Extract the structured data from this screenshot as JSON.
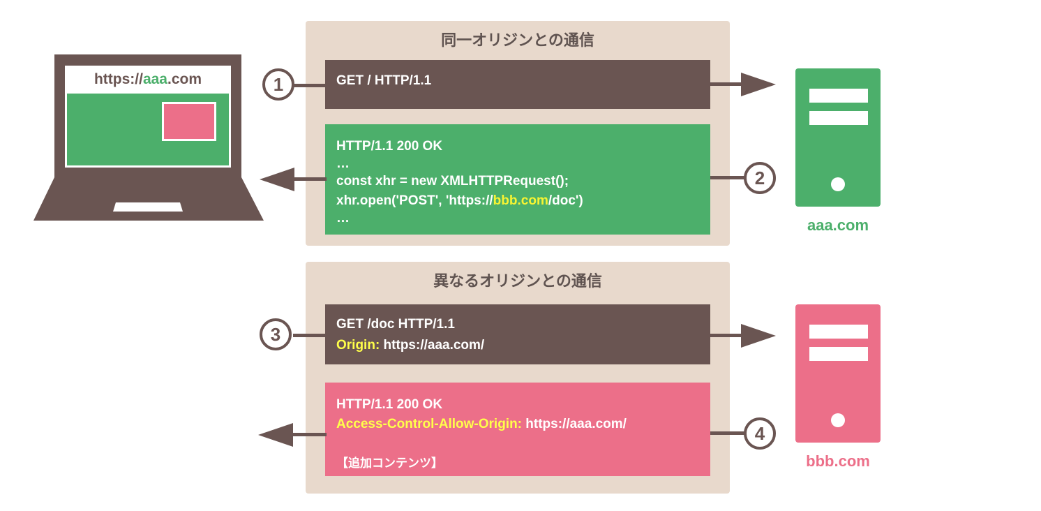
{
  "colors": {
    "dark": "#6a5552",
    "green": "#4caf6b",
    "pink": "#ec6f89",
    "panel": "#e8d9cc",
    "highlight": "#ffff4a"
  },
  "laptop": {
    "url_prefix": "https://",
    "url_domain": "aaa",
    "url_suffix": ".com"
  },
  "panels": [
    {
      "title": "同一オリジンとの通信"
    },
    {
      "title": "異なるオリジンとの通信"
    }
  ],
  "steps": [
    {
      "number": "1",
      "lines": [
        "GET / HTTP/1.1"
      ]
    },
    {
      "number": "2",
      "line1": "HTTP/1.1 200 OK",
      "line2": "…",
      "line3": "const xhr = new XMLHTTPRequest();",
      "line4_prefix": "xhr.open('POST', 'https://",
      "line4_domain": "bbb.com",
      "line4_suffix": "/doc')",
      "line5": "…"
    },
    {
      "number": "3",
      "line1": "GET /doc HTTP/1.1",
      "line2_key": "Origin:",
      "line2_value": " https://aaa.com/"
    },
    {
      "number": "4",
      "line1": "HTTP/1.1 200 OK",
      "line2_key": "Access-Control-Allow-Origin:",
      "line2_value": " https://aaa.com/",
      "line3": "【追加コンテンツ】"
    }
  ],
  "servers": [
    {
      "label": "aaa.com",
      "color": "#4caf6b"
    },
    {
      "label": "bbb.com",
      "color": "#ec6f89"
    }
  ]
}
